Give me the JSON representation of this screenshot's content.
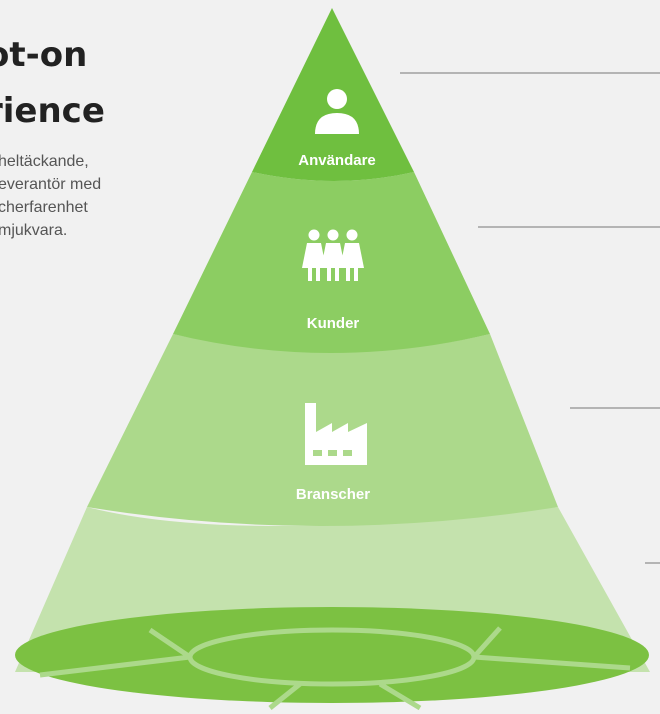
{
  "headline": {
    "line1": "ot-on",
    "line2": "rience"
  },
  "description": {
    "line1": "heltäckande,",
    "line2": "everantör med",
    "line3": "cherfarenhet",
    "line4": "mjukvara."
  },
  "pyramid": {
    "levels": [
      {
        "label": "Användare",
        "icon": "user-icon",
        "color": "#6fbf3f"
      },
      {
        "label": "Kunder",
        "icon": "people-group-icon",
        "color": "#8ccd62"
      },
      {
        "label": "Branscher",
        "icon": "factory-icon",
        "color": "#acd98b"
      },
      {
        "label": "",
        "icon": "",
        "color": "#c4e2ad"
      }
    ],
    "base_color": "#7cc142"
  }
}
